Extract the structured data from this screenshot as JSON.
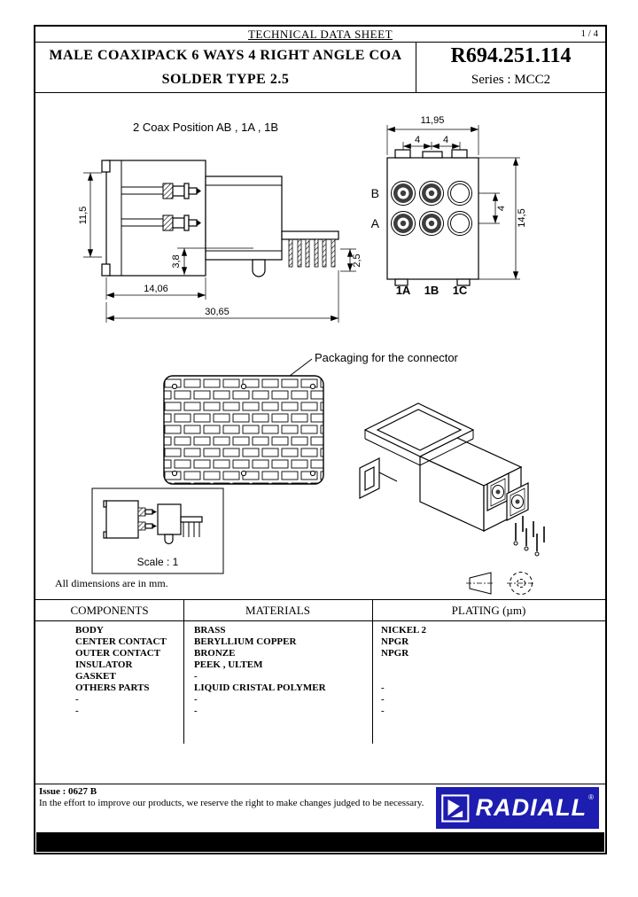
{
  "header": {
    "doc_title": "TECHNICAL DATA SHEET",
    "page": "1 / 4",
    "product_line1": "MALE COAXIPACK 6 WAYS 4 RIGHT ANGLE COA",
    "product_line2": "SOLDER TYPE 2.5",
    "part_number": "R694.251.114",
    "series": "Series : MCC2"
  },
  "drawing": {
    "position_note": "2 Coax Position AB , 1A , 1B",
    "packaging_note": "Packaging for the connector",
    "scale_note": "Scale : 1",
    "units_note": "All dimensions are in mm.",
    "front": {
      "width": "11,95",
      "pitch_left": "4",
      "pitch_right": "4",
      "row_b": "B",
      "row_a": "A",
      "row_gap": "4",
      "height": "14,5",
      "col_1a": "1A",
      "col_1b": "1B",
      "col_1c": "1C"
    },
    "side": {
      "height": "11,5",
      "pin_offset": "3,8",
      "front_depth": "14,06",
      "total_depth": "30,65",
      "pin_length": "2,5"
    }
  },
  "table": {
    "headers": [
      "COMPONENTS",
      "MATERIALS",
      "PLATING (µm)"
    ],
    "rows": [
      {
        "component": "BODY",
        "material": "BRASS",
        "plating": "NICKEL 2"
      },
      {
        "component": "CENTER CONTACT",
        "material": "BERYLLIUM COPPER",
        "plating": "NPGR"
      },
      {
        "component": "OUTER CONTACT",
        "material": "BRONZE",
        "plating": "NPGR"
      },
      {
        "component": "INSULATOR",
        "material": "PEEK , ULTEM",
        "plating": ""
      },
      {
        "component": "GASKET",
        "material": "-",
        "plating": ""
      },
      {
        "component": "OTHERS PARTS",
        "material": "LIQUID CRISTAL POLYMER",
        "plating": "-"
      },
      {
        "component": "-",
        "material": "-",
        "plating": "-"
      },
      {
        "component": "-",
        "material": "-",
        "plating": "-"
      }
    ]
  },
  "footer": {
    "issue": "Issue : 0627 B",
    "disclaimer": "In the effort to improve our products, we reserve the right to make changes judged to be necessary.",
    "brand": "RADIALL",
    "brand_mark": "®"
  },
  "colors": {
    "logo_blue": "#1d1db0",
    "ink": "#000000"
  }
}
